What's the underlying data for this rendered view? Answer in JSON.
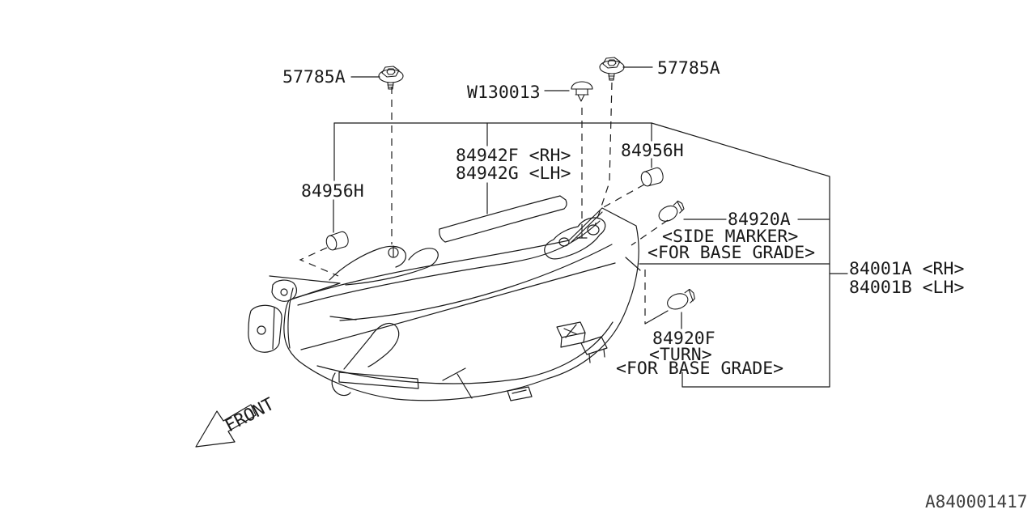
{
  "diagram": {
    "type": "exploded-parts-diagram",
    "subject": "Head Lamp Assembly",
    "background_color": "#ffffff",
    "line_color": "#1a1a1a",
    "doc_id": "A840001417",
    "front_label": "FRONT",
    "parts": {
      "bolt_left": {
        "label": "57785A",
        "icon": "hex-bolt-icon"
      },
      "clip": {
        "label": "W130013",
        "icon": "clip-screw-icon"
      },
      "bolt_right": {
        "label": "57785A",
        "icon": "hex-bolt-icon"
      },
      "molding": {
        "label_rh": "84942F <RH>",
        "label_lh": "84942G <LH>",
        "icon": "molding-strip"
      },
      "grommet_left": {
        "label": "84956H",
        "icon": "grommet-icon"
      },
      "grommet_right": {
        "label": "84956H",
        "icon": "grommet-icon"
      },
      "side_marker_bulb": {
        "label": "84920A",
        "note1": "<SIDE MARKER>",
        "note2": "<FOR BASE GRADE>",
        "icon": "bulb-icon"
      },
      "headlamp_unit": {
        "label_rh": "84001A <RH>",
        "label_lh": "84001B <LH>"
      },
      "turn_bulb": {
        "label": "84920F",
        "note1": "<TURN>",
        "note2": "<FOR BASE GRADE>",
        "icon": "bulb-icon"
      }
    }
  }
}
